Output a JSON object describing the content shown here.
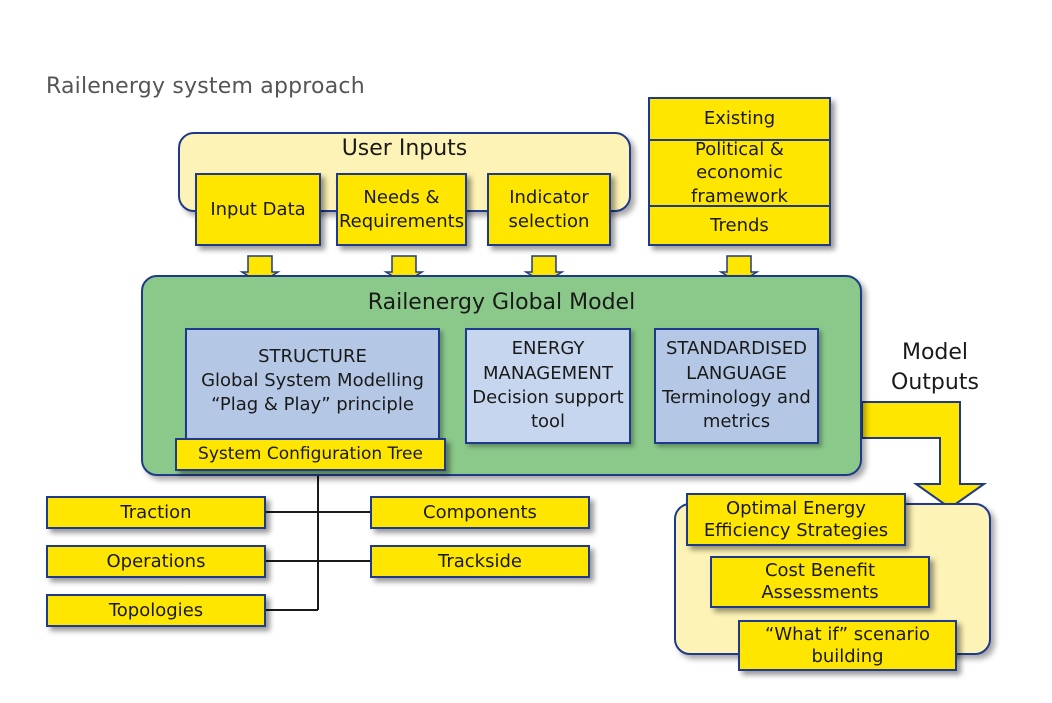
{
  "title": "Railenergy system approach",
  "user_inputs": {
    "heading": "User Inputs",
    "items": [
      "Input Data",
      "Needs &\nRequirements",
      "Indicator\nselection"
    ]
  },
  "context": {
    "items": [
      "Existing",
      "Political & economic\nframework",
      "Trends"
    ]
  },
  "global_model": {
    "heading": "Railenergy Global Model",
    "structure": "STRUCTURE\nGlobal System Modelling\n“Plag & Play” principle",
    "config_tree": "System Configuration Tree",
    "energy": "ENERGY\nMANAGEMENT\nDecision support\ntool",
    "language": "STANDARDISED\nLANGUAGE\nTerminology and\nmetrics"
  },
  "tree": {
    "left": [
      "Traction",
      "Operations",
      "Topologies"
    ],
    "right": [
      "Components",
      "Trackside"
    ]
  },
  "outputs": {
    "label": "Model\nOutputs",
    "items": [
      "Optimal Energy\nEfficiency Strategies",
      "Cost Benefit\nAssessments",
      "“What if” scenario\nbuilding"
    ]
  },
  "colors": {
    "yellow": "#ffe600",
    "pale_yellow": "#fdf3b6",
    "green": "#8bc98a",
    "blue": "#b4c8e6",
    "outline": "#1f3a8a"
  }
}
